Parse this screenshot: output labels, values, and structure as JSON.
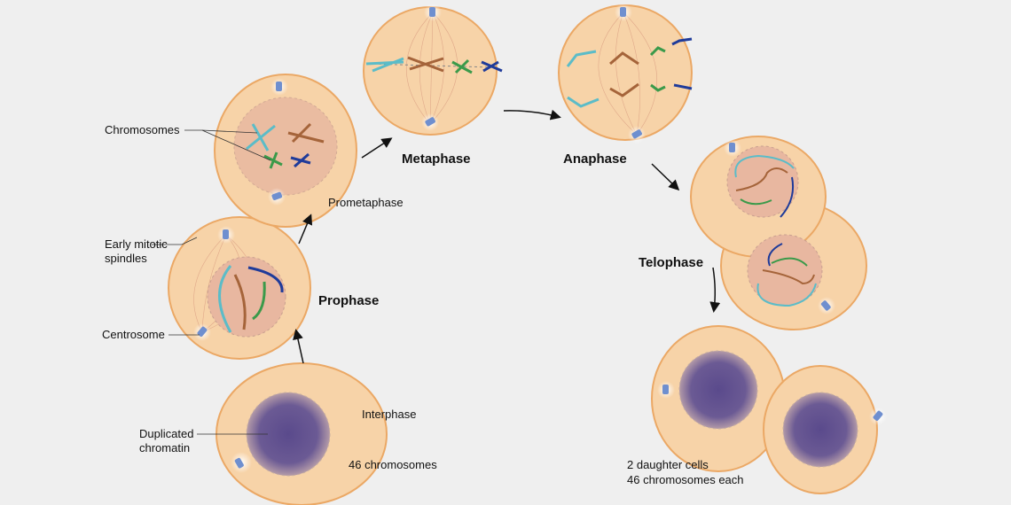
{
  "labels": {
    "chromosomes": "Chromosomes",
    "early_spindles_1": "Early mitotic",
    "early_spindles_2": "spindles",
    "centrosome": "Centrosome",
    "duplicated_1": "Duplicated",
    "duplicated_2": "chromatin",
    "interphase": "Interphase",
    "interphase_count": "46 chromosomes",
    "prometaphase": "Prometaphase",
    "daughter_1": "2 daughter cells",
    "daughter_2": "46 chromosomes each"
  },
  "phases": {
    "prophase": "Prophase",
    "metaphase": "Metaphase",
    "anaphase": "Anaphase",
    "telophase": "Telophase"
  },
  "colors": {
    "background": "#efefef",
    "cell_fill": "#f7d3a8",
    "cell_stroke": "#eba865",
    "nucleus": "#6e5a8e",
    "chrom_cyan": "#5bbcc8",
    "chrom_brown": "#a5643a",
    "chrom_green": "#3a9a4a",
    "chrom_blue": "#1f3b9a",
    "centrosome": "#6f8fcf"
  }
}
